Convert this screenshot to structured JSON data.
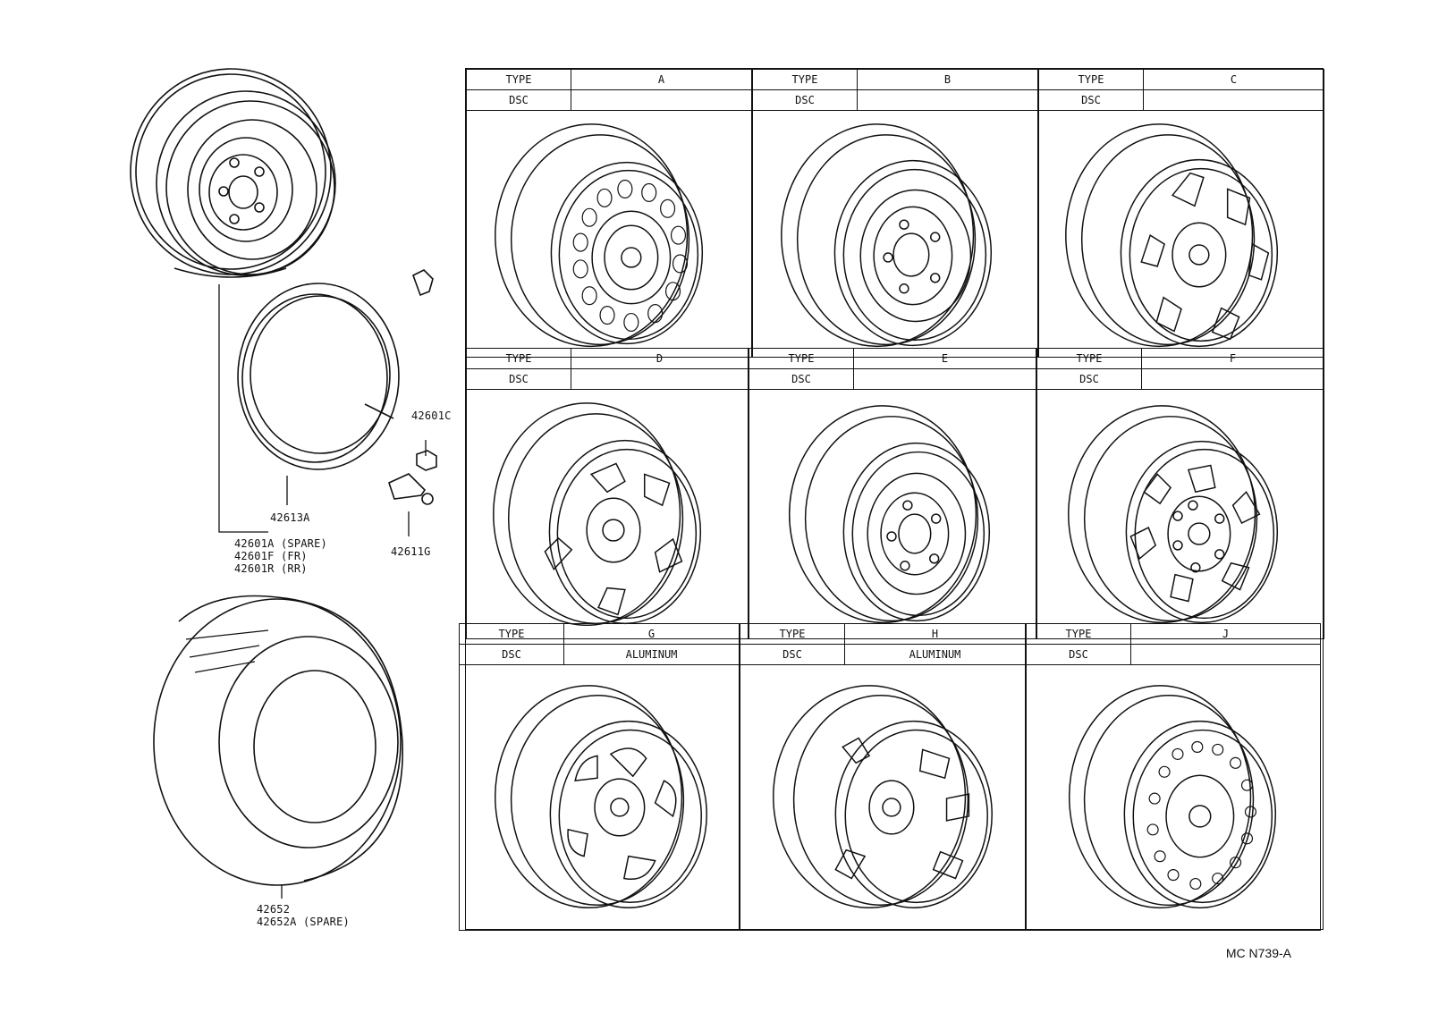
{
  "parts": {
    "rim_callout": [
      "42601A (SPARE)",
      "42601F (FR)",
      "42601R (RR)"
    ],
    "flap": "42613A",
    "nut": "42601C",
    "valve": "42611G",
    "tire": [
      "42652",
      "42652A (SPARE)"
    ]
  },
  "table": {
    "type_label": "TYPE",
    "dsc_label": "DSC",
    "cells": [
      {
        "type": "A",
        "dsc": ""
      },
      {
        "type": "B",
        "dsc": ""
      },
      {
        "type": "C",
        "dsc": ""
      },
      {
        "type": "D",
        "dsc": ""
      },
      {
        "type": "E",
        "dsc": ""
      },
      {
        "type": "F",
        "dsc": ""
      },
      {
        "type": "G",
        "dsc": "ALUMINUM"
      },
      {
        "type": "H",
        "dsc": "ALUMINUM"
      },
      {
        "type": "J",
        "dsc": ""
      }
    ]
  },
  "figure_code": "MC N739-A"
}
